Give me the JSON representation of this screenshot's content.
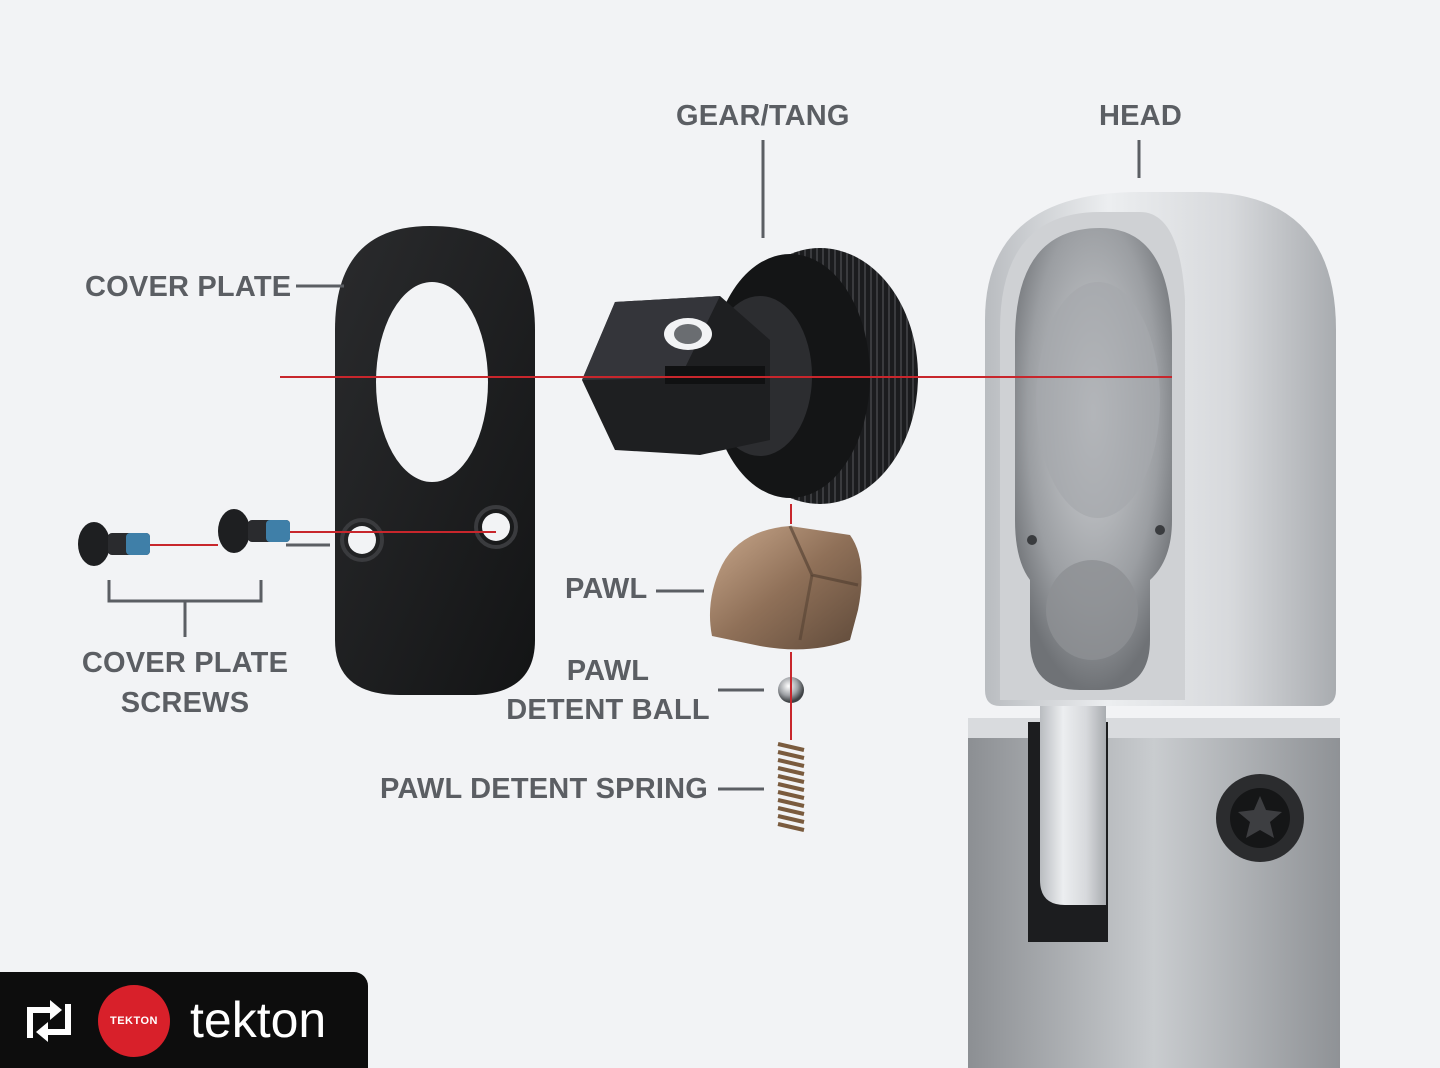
{
  "labels": {
    "gear_tang": "GEAR/TANG",
    "head": "HEAD",
    "cover_plate": "COVER PLATE",
    "cover_plate_screws_1": "COVER PLATE",
    "cover_plate_screws_2": "SCREWS",
    "pawl": "PAWL",
    "pawl_detent_ball_1": "PAWL",
    "pawl_detent_ball_2": "DETENT BALL",
    "pawl_detent_spring": "PAWL DETENT SPRING"
  },
  "badge": {
    "icon": "repost-icon",
    "logo_text": "TEKTON",
    "brand_name": "tekton"
  },
  "colors": {
    "background": "#f2f3f5",
    "label_text": "#5b5e63",
    "axis_line": "#c8262c",
    "brand_red": "#d8202a"
  }
}
